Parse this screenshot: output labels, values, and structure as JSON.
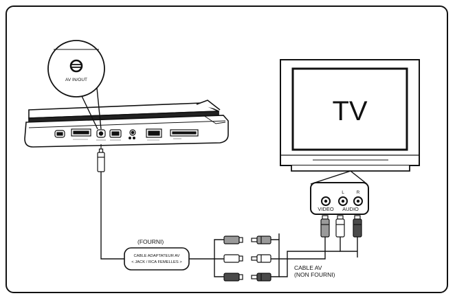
{
  "diagram": {
    "tv_label": "TV",
    "callout_label": "AV IN/OUT",
    "jacks": {
      "l_label": "L",
      "r_label": "R",
      "video_label": "VIDEO",
      "audio_label": "AUDIO"
    },
    "adapter": {
      "supplied_label": "(FOURNI)",
      "line1": "CABLE ADAPTATEUR AV",
      "line2": "< JACK / RCA FEMELLES >"
    },
    "av_cable": {
      "line1": "CABLE AV",
      "line2": "(NON FOURNI)"
    },
    "colors": {
      "line": "#111111",
      "plug_dark": "#4a4a4a",
      "plug_mid": "#9a9a9a",
      "plug_light": "#ffffff",
      "frame": "#111111"
    }
  }
}
